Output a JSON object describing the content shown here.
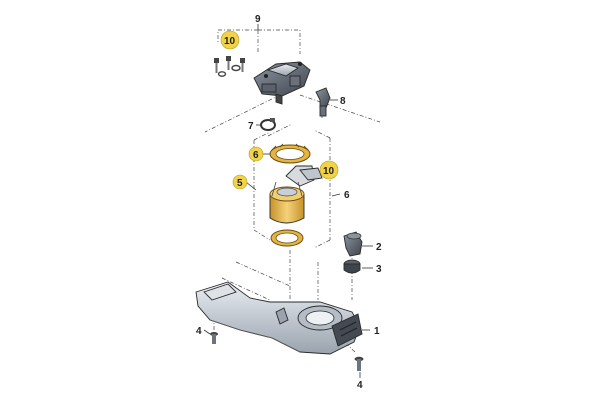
{
  "diagram": {
    "callouts": {
      "n1": "1",
      "n2": "2",
      "n3": "3",
      "n4_left": "4",
      "n4_bottom": "4",
      "n5": "5",
      "n6_left": "6",
      "n6_right": "6",
      "n7": "7",
      "n8": "8",
      "n9": "9",
      "n10_top": "10",
      "n10_mid": "10"
    },
    "colors": {
      "highlight_badge": "#f1d34a",
      "gold_parts": "#e8b73a",
      "housing": "#c9cfd8",
      "line": "#333333"
    }
  }
}
